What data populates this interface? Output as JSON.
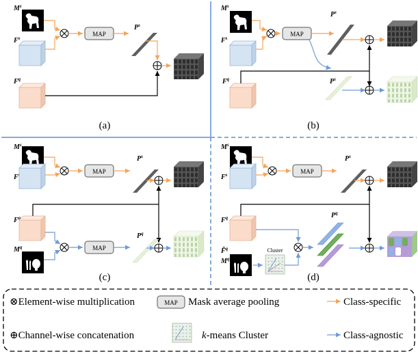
{
  "colors": {
    "class_specific": "#F4A55A",
    "class_agnostic": "#6F9BD6",
    "divider": "#5B8FD0",
    "support_cube": "#D5E4F2",
    "query_cube": "#FBDCCB",
    "proto_support": "#5F5F5F",
    "proto_query": "#E8F1DC",
    "proto_green": "#6FB05A",
    "proto_purple": "#B79BD9"
  },
  "labels": {
    "Ms": "M",
    "Ms_sup": "s",
    "Fs": "F",
    "Fs_sup": "s",
    "Fq": "F",
    "Fq_sup": "q",
    "Mq": "M",
    "Mq_sup": "q",
    "Ps": "P",
    "Ps_sup": "s",
    "Pq": "P",
    "Pq_sup": "q",
    "Fq_tilde": "F̃",
    "map": "MAP",
    "cluster": "Cluster"
  },
  "panels": [
    {
      "caption": "(a)"
    },
    {
      "caption": "(b)"
    },
    {
      "caption": "(c)"
    },
    {
      "caption": "(d)"
    }
  ],
  "legend": {
    "mult_symbol": "⊗",
    "mult_text": "Element-wise multiplication",
    "map_box": "MAP",
    "map_text": "Mask average pooling",
    "class_specific_text": "Class-specific",
    "concat_symbol": "⊕",
    "concat_text": "Channel-wise concatenation",
    "kmeans_k": "k",
    "kmeans_rest": "-means Cluster",
    "class_agnostic_text": "Class-agnostic"
  }
}
